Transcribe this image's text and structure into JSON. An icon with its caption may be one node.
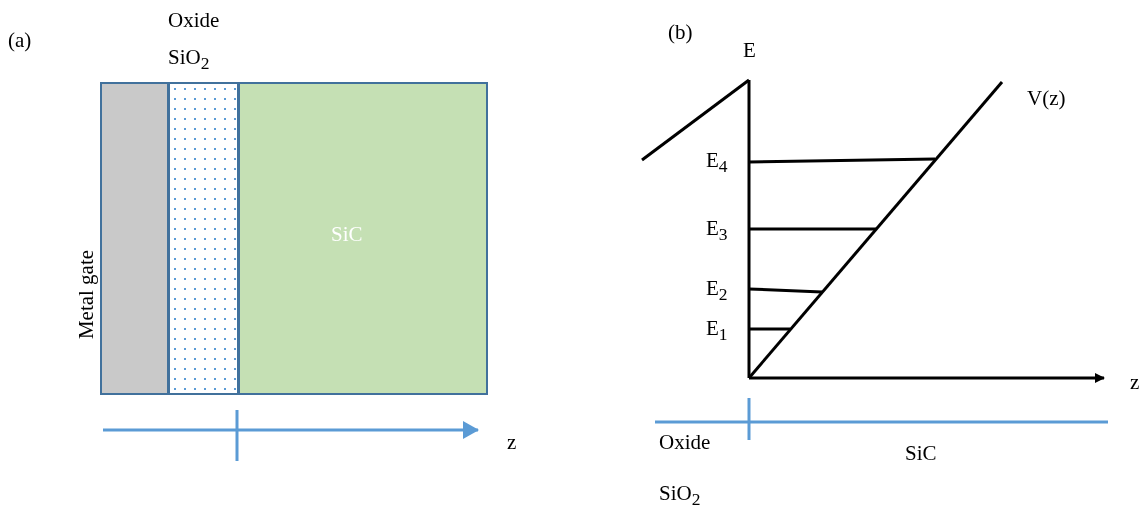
{
  "diagram": {
    "nodes": [
      {
        "text": [
          "Metal gate"
        ]
      },
      {
        "text": [
          "Oxide SiO$_{2}$"
        ]
      },
      {
        "text": [
          "SiC"
        ]
      }
    ],
    "labels": [
      "(a)",
      "z",
      "(b)",
      "E",
      "V(z)",
      "E$_{4}$",
      "E$_{3}$",
      "E$_{2}$",
      "E$_{1}$",
      "z",
      "Oxide",
      "SiC",
      "SiO$_{2}$"
    ]
  }
}
